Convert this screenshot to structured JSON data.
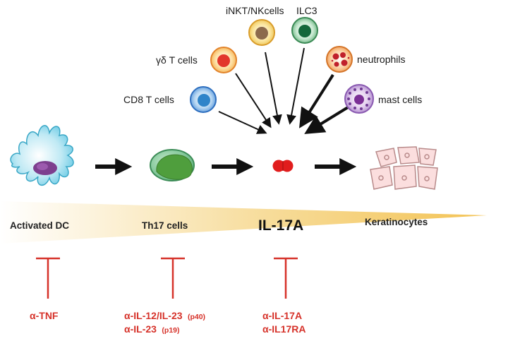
{
  "cells_top": {
    "inkt_nk": "iNKT/NKcells",
    "ilc3": "ILC3",
    "gd_t": "γδ T cells",
    "neutrophils": "neutrophils",
    "cd8_t": "CD8 T cells",
    "mast": "mast cells"
  },
  "stages": {
    "dc": "Activated DC",
    "th17": "Th17 cells",
    "il17a": "IL-17A",
    "keratinocytes": "Keratinocytes"
  },
  "inhibitors": {
    "tnf": "α-TNF",
    "il12_23": "α-IL-12/IL-23",
    "il12_23_note": "(p40)",
    "il23": "α-IL-23",
    "il23_note": "(p19)",
    "il17a": "α-IL-17A",
    "il17ra": "α-IL17RA"
  },
  "colors": {
    "inhibitor_red": "#d6322a",
    "gradient_start": "#ffffff",
    "gradient_end": "#f4c45a",
    "arrow": "#111111"
  },
  "icons": [
    "dendritic-cell-icon",
    "th17-cell-icon",
    "il17a-cytokine-icon",
    "keratinocytes-icon",
    "cd8-cell-icon",
    "gd-t-cell-icon",
    "inkt-nk-cell-icon",
    "ilc3-cell-icon",
    "neutrophil-icon",
    "mast-cell-icon"
  ]
}
